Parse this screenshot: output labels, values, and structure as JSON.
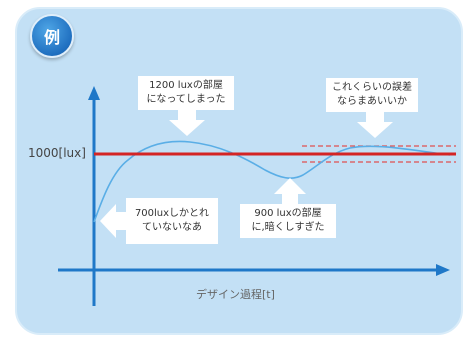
{
  "badge": {
    "label": "例"
  },
  "axes": {
    "y_label": "1000[lux]",
    "x_label": "デザイン過程[t]"
  },
  "callouts": {
    "top_left": {
      "line1": "1200 luxの部屋",
      "line2": "になってしまった"
    },
    "top_right": {
      "line1": "これくらいの誤差",
      "line2": "ならまあいいか"
    },
    "bottom_left": {
      "line1": "700luxしかとれ",
      "line2": "ていないなあ"
    },
    "bottom_middle": {
      "line1": "900 luxの部屋",
      "line2": "に,暗くしすぎた"
    }
  },
  "colors": {
    "panel_bg": "#c3e0f5",
    "axis": "#1f78c8",
    "target_line": "#d42424",
    "curve": "#5aaee6",
    "tolerance_dashes": "#e05050"
  }
}
